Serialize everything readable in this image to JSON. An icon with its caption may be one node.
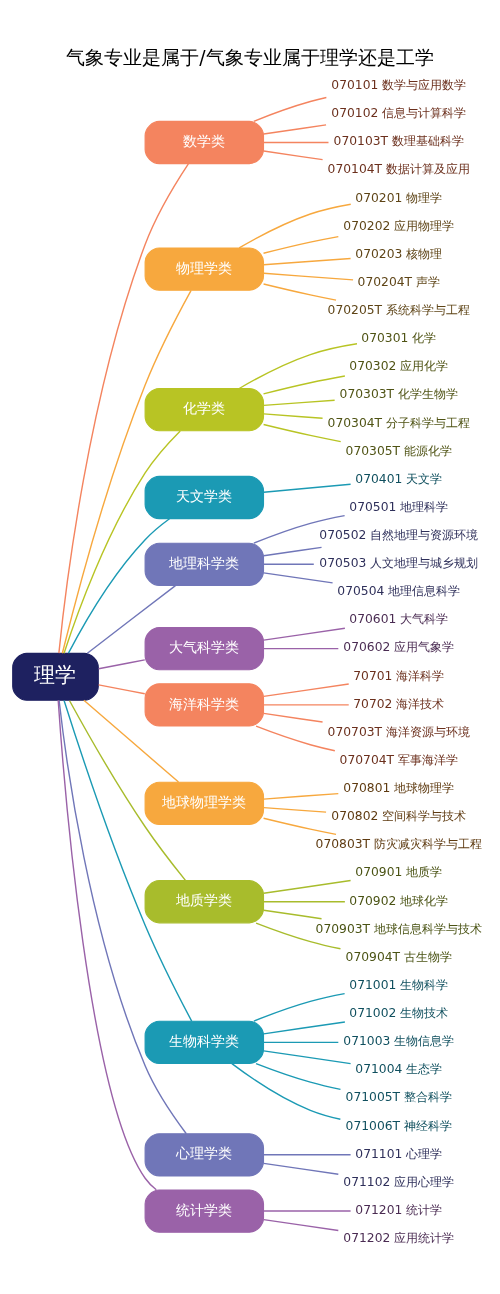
{
  "diagram": {
    "title": "气象专业是属于/气象专业属于理学还是工学",
    "nodes": [
      {
        "text": [
          "理学"
        ]
      },
      {
        "text": [
          "数学类"
        ]
      },
      {
        "text": [
          "070101 数学与应用数学"
        ]
      },
      {
        "text": [
          "070102 信息与计算科学"
        ]
      },
      {
        "text": [
          "070103T 数理基础科学"
        ]
      },
      {
        "text": [
          "070104T 数据计算及应用"
        ]
      },
      {
        "text": [
          "物理学类"
        ]
      },
      {
        "text": [
          "070201 物理学"
        ]
      },
      {
        "text": [
          "070202 应用物理学"
        ]
      },
      {
        "text": [
          "070203 核物理"
        ]
      },
      {
        "text": [
          "070204T 声学"
        ]
      },
      {
        "text": [
          "070205T 系统科学与工程"
        ]
      },
      {
        "text": [
          "化学类"
        ]
      },
      {
        "text": [
          "070301 化学"
        ]
      },
      {
        "text": [
          "070302 应用化学"
        ]
      },
      {
        "text": [
          "070303T 化学生物学"
        ]
      },
      {
        "text": [
          "070304T 分子科学与工程"
        ]
      },
      {
        "text": [
          "070305T 能源化学"
        ]
      },
      {
        "text": [
          "天文学类"
        ]
      },
      {
        "text": [
          "070401 天文学"
        ]
      },
      {
        "text": [
          "地理科学类"
        ]
      },
      {
        "text": [
          "070501 地理科学"
        ]
      },
      {
        "text": [
          "070502 自然地理与资源环境"
        ]
      },
      {
        "text": [
          "070503 人文地理与城乡规划"
        ]
      },
      {
        "text": [
          "070504 地理信息科学"
        ]
      },
      {
        "text": [
          "大气科学类"
        ]
      },
      {
        "text": [
          "070601 大气科学"
        ]
      },
      {
        "text": [
          "070602 应用气象学"
        ]
      },
      {
        "text": [
          "海洋科学类"
        ]
      },
      {
        "text": [
          "70701 海洋科学"
        ]
      },
      {
        "text": [
          "70702 海洋技术"
        ]
      },
      {
        "text": [
          "070703T 海洋资源与环境"
        ]
      },
      {
        "text": [
          "070704T 军事海洋学"
        ]
      },
      {
        "text": [
          "地球物理学类"
        ]
      },
      {
        "text": [
          "070801 地球物理学"
        ]
      },
      {
        "text": [
          "070802 空间科学与技术"
        ]
      },
      {
        "text": [
          "070803T 防灾减灾科学与工程"
        ]
      },
      {
        "text": [
          "地质学类"
        ]
      },
      {
        "text": [
          "070901 地质学"
        ]
      },
      {
        "text": [
          "070902 地球化学"
        ]
      },
      {
        "text": [
          "070903T 地球信息科学与技术"
        ]
      },
      {
        "text": [
          "070904T 古生物学"
        ]
      },
      {
        "text": [
          "生物科学类"
        ]
      },
      {
        "text": [
          "071001 生物科学"
        ]
      },
      {
        "text": [
          "071002 生物技术"
        ]
      },
      {
        "text": [
          "071003 生物信息学"
        ]
      },
      {
        "text": [
          "071004 生态学"
        ]
      },
      {
        "text": [
          "071005T 整合科学"
        ]
      },
      {
        "text": [
          "071006T 神经科学"
        ]
      },
      {
        "text": [
          "心理学类"
        ]
      },
      {
        "text": [
          "071101 心理学"
        ]
      },
      {
        "text": [
          "071102 应用心理学"
        ]
      },
      {
        "text": [
          "统计学类"
        ]
      },
      {
        "text": [
          "071201 统计学"
        ]
      },
      {
        "text": [
          "071202 应用统计学"
        ]
      }
    ],
    "edges": [
      {
        "from": 0,
        "to": 1,
        "arrow": "none",
        "color": "#f4845f"
      },
      {
        "from": 1,
        "to": 2,
        "arrow": "none",
        "color": "#f4845f"
      },
      {
        "from": 1,
        "to": 3,
        "arrow": "none",
        "color": "#f4845f"
      },
      {
        "from": 1,
        "to": 4,
        "arrow": "none",
        "color": "#f4845f"
      },
      {
        "from": 1,
        "to": 5,
        "arrow": "none",
        "color": "#f4845f"
      },
      {
        "from": 0,
        "to": 6,
        "arrow": "none",
        "color": "#f7a83e"
      },
      {
        "from": 6,
        "to": 7,
        "arrow": "none",
        "color": "#f7a83e"
      },
      {
        "from": 6,
        "to": 8,
        "arrow": "none",
        "color": "#f7a83e"
      },
      {
        "from": 6,
        "to": 9,
        "arrow": "none",
        "color": "#f7a83e"
      },
      {
        "from": 6,
        "to": 10,
        "arrow": "none",
        "color": "#f7a83e"
      },
      {
        "from": 6,
        "to": 11,
        "arrow": "none",
        "color": "#f7a83e"
      },
      {
        "from": 0,
        "to": 12,
        "arrow": "none",
        "color": "#b8c424"
      },
      {
        "from": 12,
        "to": 13,
        "arrow": "none",
        "color": "#b8c424"
      },
      {
        "from": 12,
        "to": 14,
        "arrow": "none",
        "color": "#b8c424"
      },
      {
        "from": 12,
        "to": 15,
        "arrow": "none",
        "color": "#b8c424"
      },
      {
        "from": 12,
        "to": 16,
        "arrow": "none",
        "color": "#b8c424"
      },
      {
        "from": 12,
        "to": 17,
        "arrow": "none",
        "color": "#b8c424"
      },
      {
        "from": 0,
        "to": 18,
        "arrow": "none",
        "color": "#1b9ab4"
      },
      {
        "from": 18,
        "to": 19,
        "arrow": "none",
        "color": "#1b9ab4"
      },
      {
        "from": 0,
        "to": 20,
        "arrow": "none",
        "color": "#7076b8"
      },
      {
        "from": 20,
        "to": 21,
        "arrow": "none",
        "color": "#7076b8"
      },
      {
        "from": 20,
        "to": 22,
        "arrow": "none",
        "color": "#7076b8"
      },
      {
        "from": 20,
        "to": 23,
        "arrow": "none",
        "color": "#7076b8"
      },
      {
        "from": 20,
        "to": 24,
        "arrow": "none",
        "color": "#7076b8"
      },
      {
        "from": 0,
        "to": 25,
        "arrow": "none",
        "color": "#9a62a8"
      },
      {
        "from": 25,
        "to": 26,
        "arrow": "none",
        "color": "#9a62a8"
      },
      {
        "from": 25,
        "to": 27,
        "arrow": "none",
        "color": "#9a62a8"
      },
      {
        "from": 0,
        "to": 28,
        "arrow": "none",
        "color": "#f4845f"
      },
      {
        "from": 28,
        "to": 29,
        "arrow": "none",
        "color": "#f4845f"
      },
      {
        "from": 28,
        "to": 30,
        "arrow": "none",
        "color": "#f4845f"
      },
      {
        "from": 28,
        "to": 31,
        "arrow": "none",
        "color": "#f4845f"
      },
      {
        "from": 28,
        "to": 32,
        "arrow": "none",
        "color": "#f4845f"
      },
      {
        "from": 0,
        "to": 33,
        "arrow": "none",
        "color": "#f7a83e"
      },
      {
        "from": 33,
        "to": 34,
        "arrow": "none",
        "color": "#f7a83e"
      },
      {
        "from": 33,
        "to": 35,
        "arrow": "none",
        "color": "#f7a83e"
      },
      {
        "from": 33,
        "to": 36,
        "arrow": "none",
        "color": "#f7a83e"
      },
      {
        "from": 0,
        "to": 37,
        "arrow": "none",
        "color": "#a8bc2c"
      },
      {
        "from": 37,
        "to": 38,
        "arrow": "none",
        "color": "#a8bc2c"
      },
      {
        "from": 37,
        "to": 39,
        "arrow": "none",
        "color": "#a8bc2c"
      },
      {
        "from": 37,
        "to": 40,
        "arrow": "none",
        "color": "#a8bc2c"
      },
      {
        "from": 37,
        "to": 41,
        "arrow": "none",
        "color": "#a8bc2c"
      },
      {
        "from": 0,
        "to": 42,
        "arrow": "none",
        "color": "#1b9ab4"
      },
      {
        "from": 42,
        "to": 43,
        "arrow": "none",
        "color": "#1b9ab4"
      },
      {
        "from": 42,
        "to": 44,
        "arrow": "none",
        "color": "#1b9ab4"
      },
      {
        "from": 42,
        "to": 45,
        "arrow": "none",
        "color": "#1b9ab4"
      },
      {
        "from": 42,
        "to": 46,
        "arrow": "none",
        "color": "#1b9ab4"
      },
      {
        "from": 42,
        "to": 47,
        "arrow": "none",
        "color": "#1b9ab4"
      },
      {
        "from": 42,
        "to": 48,
        "arrow": "none",
        "color": "#1b9ab4"
      },
      {
        "from": 0,
        "to": 49,
        "arrow": "none",
        "color": "#7076b8"
      },
      {
        "from": 49,
        "to": 50,
        "arrow": "none",
        "color": "#7076b8"
      },
      {
        "from": 49,
        "to": 51,
        "arrow": "none",
        "color": "#7076b8"
      },
      {
        "from": 0,
        "to": 52,
        "arrow": "none",
        "color": "#9a62a8"
      },
      {
        "from": 52,
        "to": 53,
        "arrow": "none",
        "color": "#9a62a8"
      },
      {
        "from": 52,
        "to": 54,
        "arrow": "none",
        "color": "#9a62a8"
      }
    ]
  }
}
